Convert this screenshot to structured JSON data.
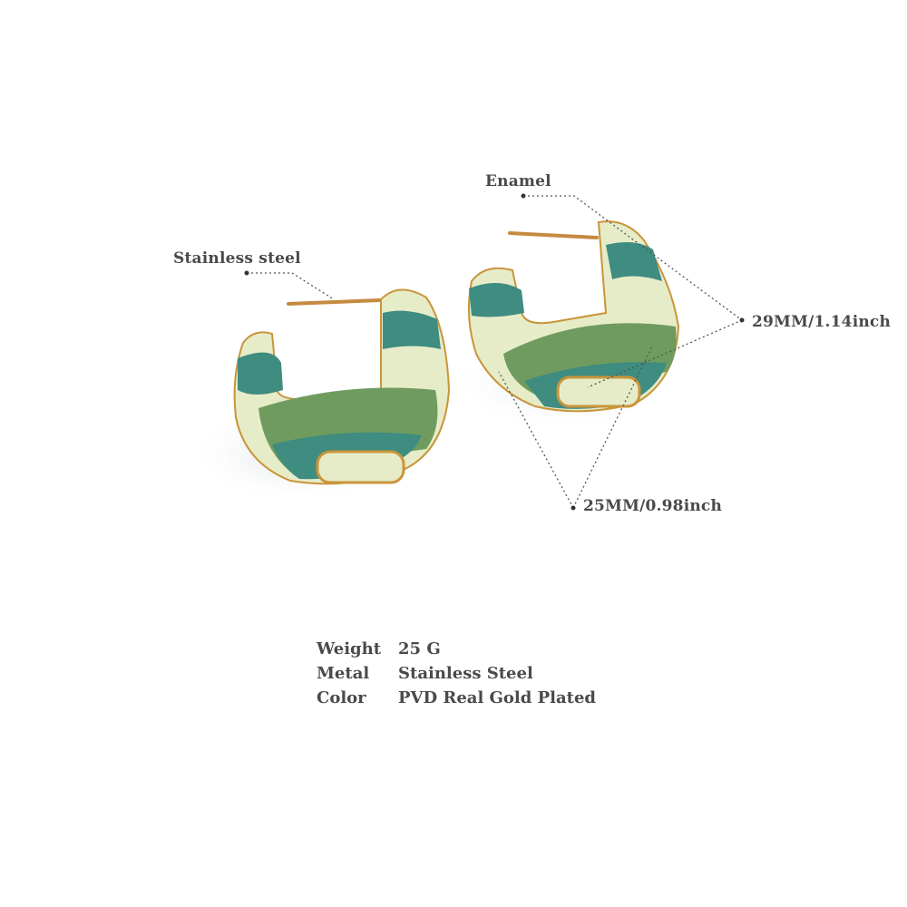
{
  "callouts": {
    "stainless_steel": "Stainless steel",
    "enamel": "Enamel",
    "height": "29MM/1.14inch",
    "width": "25MM/0.98inch"
  },
  "specs": [
    {
      "key": "Weight",
      "value": "25 G"
    },
    {
      "key": "Metal",
      "value": "Stainless Steel"
    },
    {
      "key": "Color",
      "value": "PVD Real Gold Plated"
    }
  ],
  "colors": {
    "teal": "#3f8c80",
    "sage": "#6f9c5e",
    "cream": "#e6ecc8",
    "gold": "#c9953a"
  }
}
